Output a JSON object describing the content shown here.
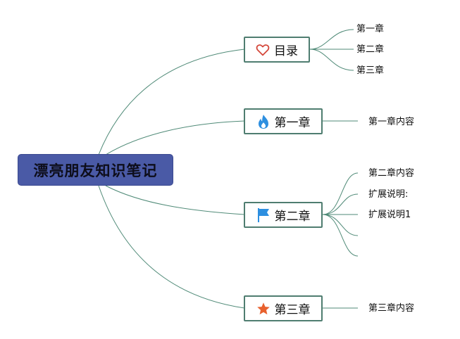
{
  "root": {
    "label": "漂亮朋友知识笔记"
  },
  "colors": {
    "root_fill": "#4a5aa6",
    "node_border": "#4f7d70",
    "connector": "#4f8a77",
    "heart": "#d4473a",
    "flame": "#2d8fe0",
    "flag": "#2d8fe0",
    "star": "#e8612e"
  },
  "branches": [
    {
      "label": "目录",
      "icon": "heart-icon",
      "children": [
        "第一章",
        "第二章",
        "第三章"
      ]
    },
    {
      "label": "第一章",
      "icon": "flame-icon",
      "children": [
        "第一章内容"
      ]
    },
    {
      "label": "第二章",
      "icon": "flag-icon",
      "children": [
        "第二章内容",
        "扩展说明:",
        "扩展说明1",
        "",
        ""
      ]
    },
    {
      "label": "第三章",
      "icon": "star-icon",
      "children": [
        "第三章内容"
      ]
    }
  ]
}
